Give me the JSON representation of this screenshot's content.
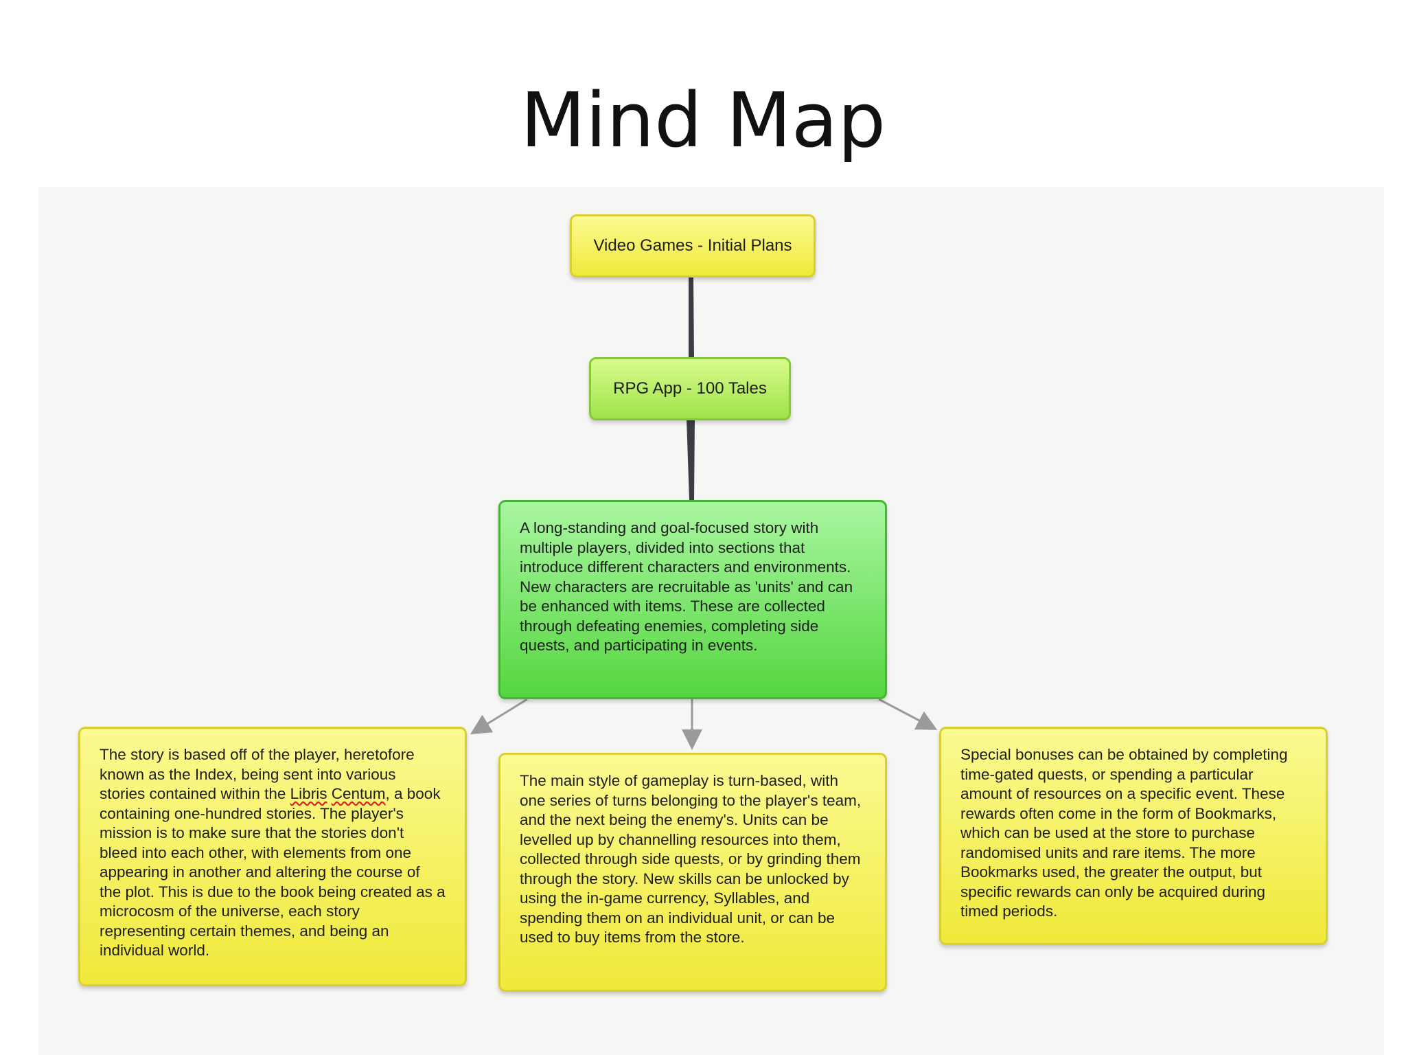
{
  "title": "Mind Map",
  "nodes": {
    "root": "Video Games - Initial Plans",
    "app": "RPG App - 100 Tales",
    "summary": "A long-standing and goal-focused story with multiple players, divided into sections that introduce different characters and environments. New characters are recruitable as 'units' and can be enhanced with items. These are collected through defeating enemies, completing side quests, and participating in events.",
    "story": {
      "before": "The story is based off of the player, heretofore known as the Index, being sent into various stories contained within the ",
      "term1": "Libris",
      "space": " ",
      "term2": "Centum",
      "after": ", a book containing one-hundred stories. The player's mission is to make sure that the stories don't bleed into each other, with elements from one appearing in another and altering the course of the plot. This is due to the book being created as a microcosm of the universe, each story representing certain themes, and being an individual world."
    },
    "gameplay": "The main style of gameplay is turn-based, with one series of turns belonging to the player's team, and the next being the enemy's. Units can be levelled up by channelling resources into them, collected through side quests, or by grinding them through the story. New skills can be unlocked by using the in-game currency, Syllables, and spending them on an individual unit, or can be used to buy items from the store.",
    "bonuses": "Special bonuses can be obtained by completing time-gated quests, or spending a particular amount of resources on a specific event. These rewards often come in the form of Bookmarks, which can be used at the store to purchase randomised units and rare items. The more Bookmarks used, the greater the output, but specific rewards can only be acquired during timed periods."
  },
  "colors": {
    "yellow": "#f0e93a",
    "light_green": "#9fe34a",
    "green": "#55d640",
    "connector_thick": "#3a3d44",
    "connector_arrow": "#9a9a9a"
  }
}
